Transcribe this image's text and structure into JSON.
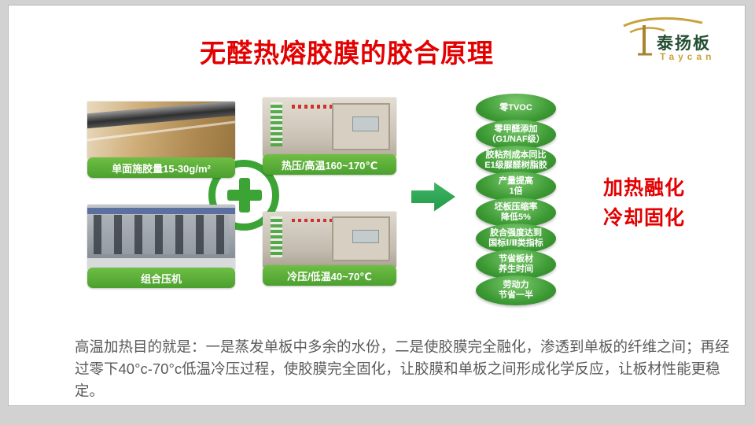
{
  "slide": {
    "title": "无醛热熔胶膜的胶合原理"
  },
  "logo": {
    "name": "泰扬板",
    "latin": "Taycan"
  },
  "process": {
    "boxes": [
      {
        "label": "单面施胶量15-30g/m²"
      },
      {
        "label": "热压/高温160~170℃"
      },
      {
        "label": "组合压机"
      },
      {
        "label": "冷压/低温40~70℃"
      }
    ],
    "benefits": [
      "零TVOC",
      "零甲醛添加\n（G1/NAF级）",
      "胶粘剂成本同比\nE1级脲醛树脂胶",
      "产量提高\n1倍",
      "坯板压缩率\n降低5%",
      "胶合强度达到\n国标Ⅰ/Ⅱ类指标",
      "节省板材\n养生时间",
      "劳动力\n节省一半"
    ],
    "result": "加热融化\n冷却固化"
  },
  "body": {
    "text": "高温加热目的就是：一是蒸发单板中多余的水份，二是使胶膜完全融化，渗透到单板的纤维之间；再经过零下40°c-70°c低温冷压过程，使胶膜完全固化，让胶膜和单板之间形成化学反应，让板材性能更稳定。"
  },
  "icons": {
    "plus-icon": "+",
    "flow-arrow-icon": "→",
    "tree-icon": "stylized gold tree"
  },
  "colors": {
    "accent_red": "#e30000",
    "green": "#3ca435",
    "label_green": "#4ba02e",
    "logo_gold": "#c8a23c",
    "logo_green": "#234f33",
    "body_gray": "#5a5a5a"
  }
}
